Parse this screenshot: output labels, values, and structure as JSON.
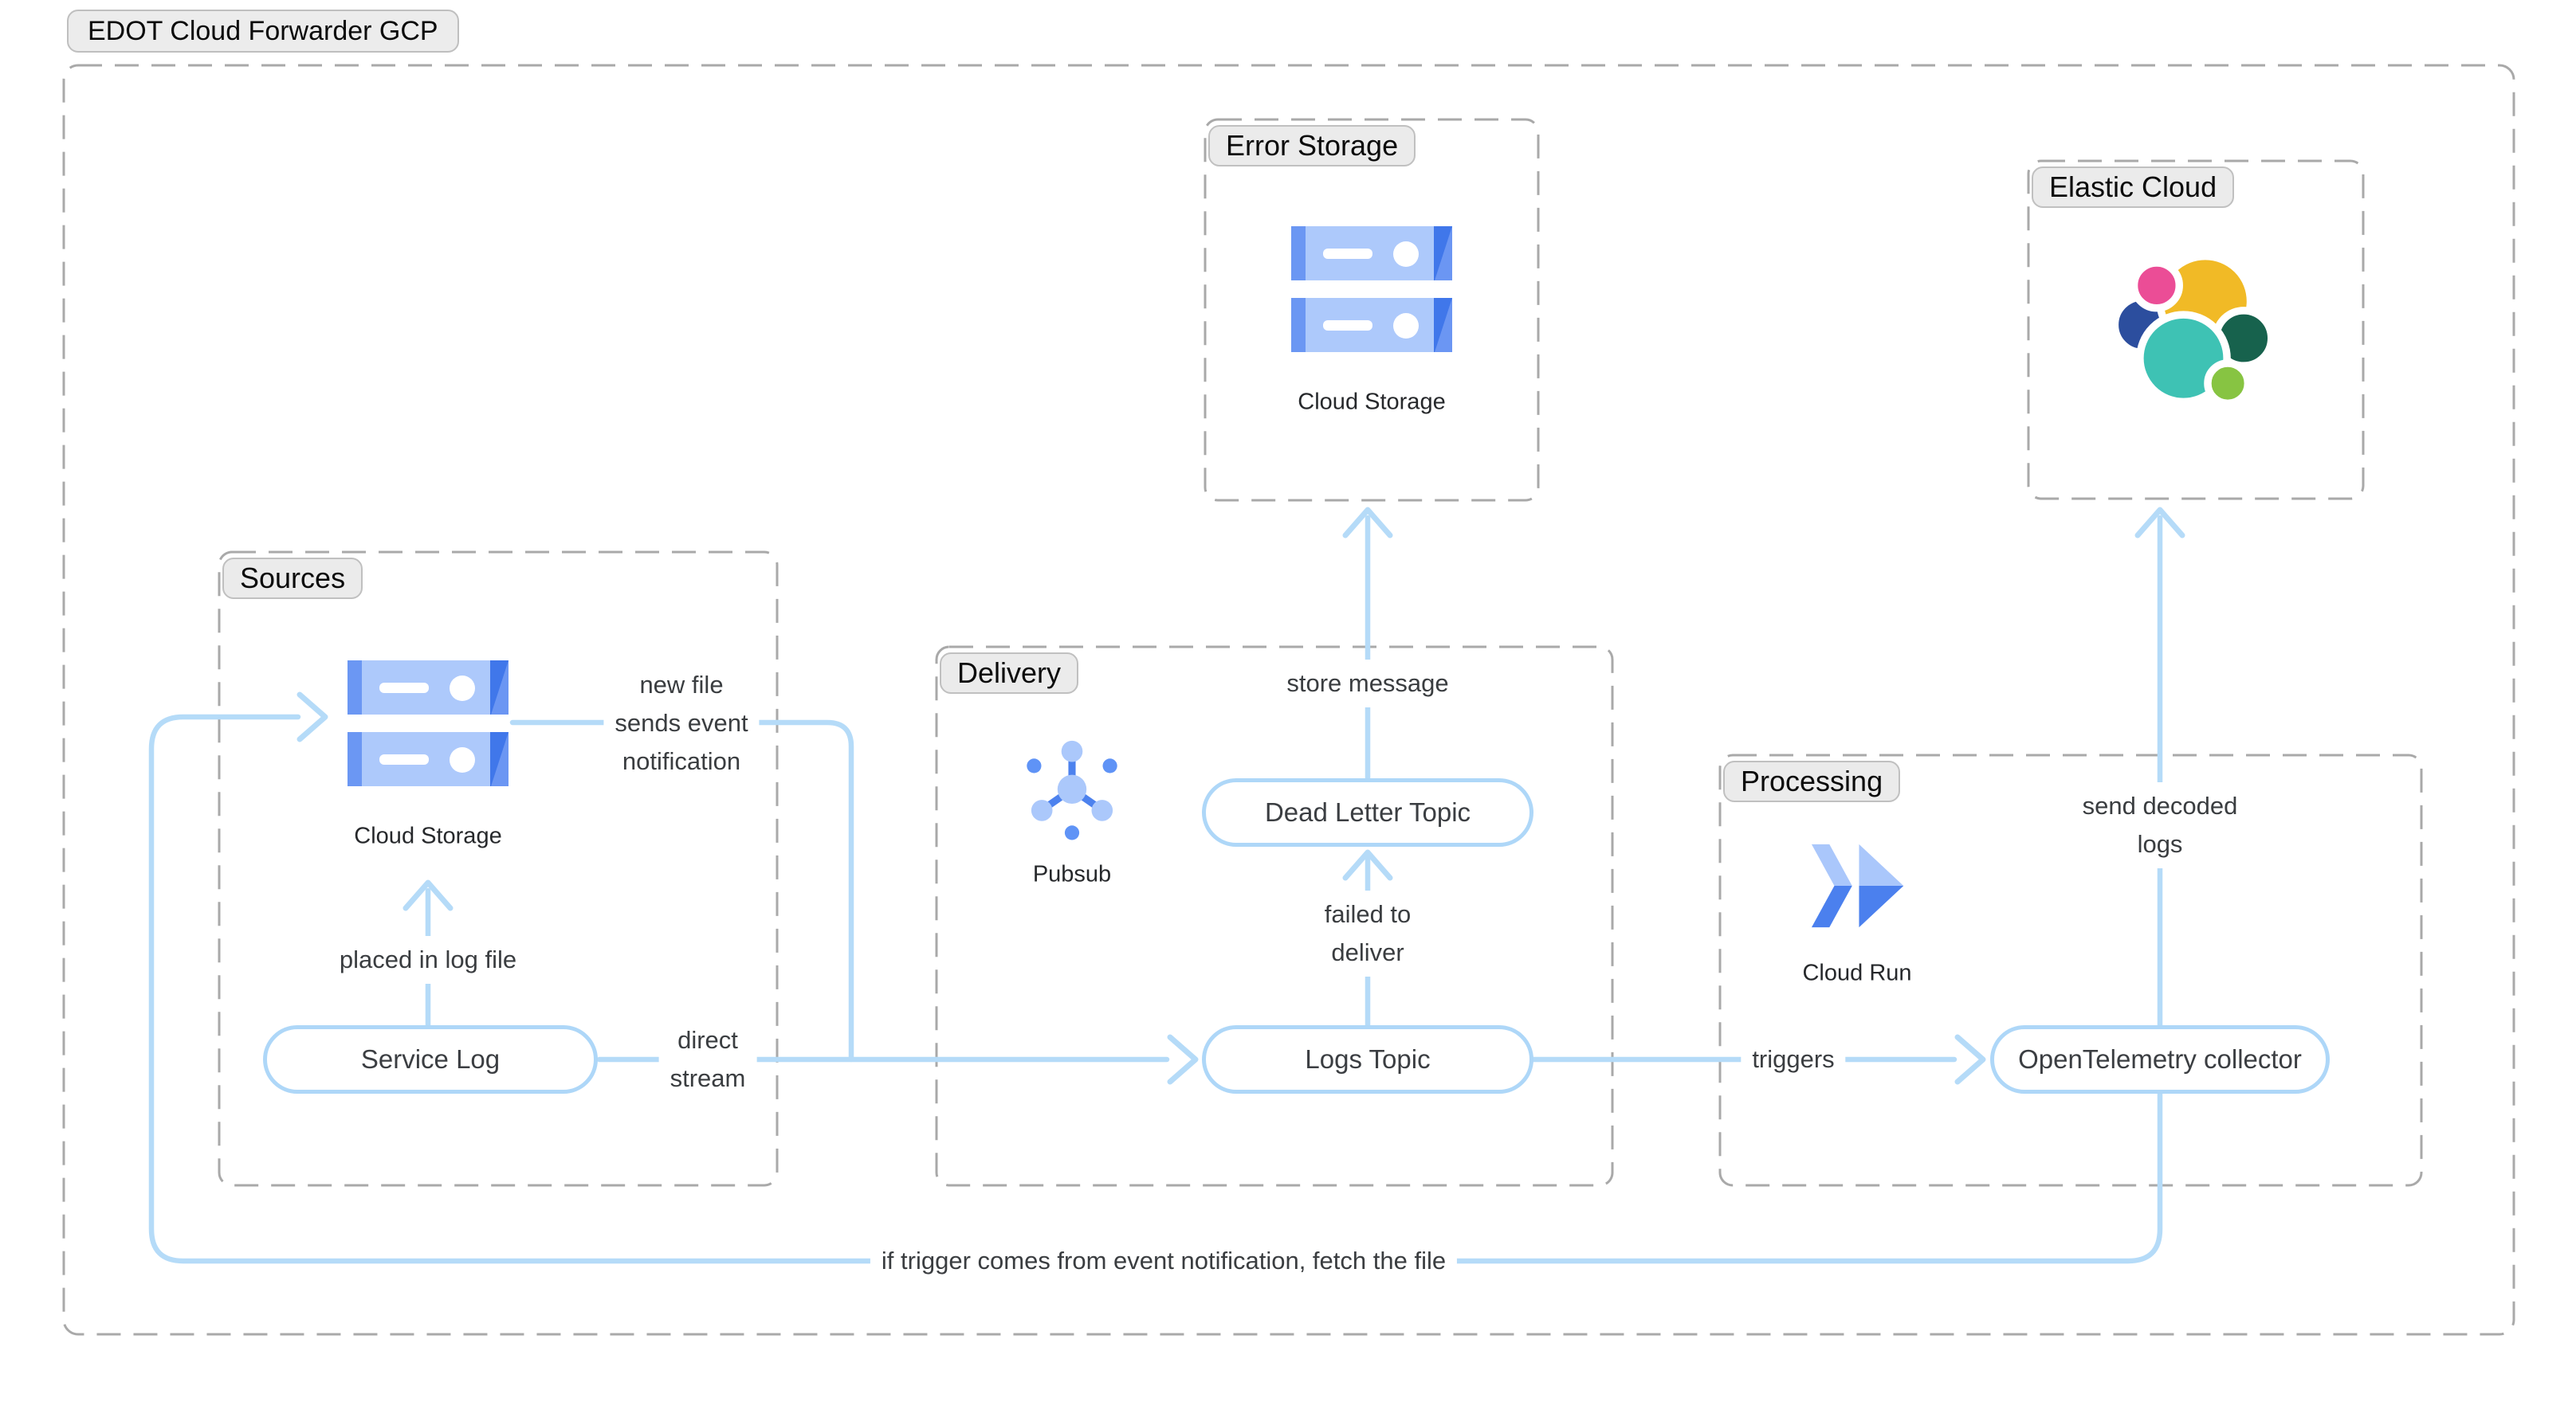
{
  "title": "EDOT Cloud Forwarder GCP",
  "groups": {
    "sources": {
      "label": "Sources"
    },
    "delivery": {
      "label": "Delivery"
    },
    "processing": {
      "label": "Processing"
    },
    "error_storage": {
      "label": "Error Storage"
    },
    "elastic_cloud": {
      "label": "Elastic Cloud"
    }
  },
  "nodes": {
    "service_log": {
      "label": "Service Log"
    },
    "logs_topic": {
      "label": "Logs Topic"
    },
    "dead_letter_topic": {
      "label": "Dead Letter Topic"
    },
    "otel_collector": {
      "label": "OpenTelemetry collector"
    }
  },
  "captions": {
    "sources_cloud_storage": "Cloud Storage",
    "error_cloud_storage": "Cloud Storage",
    "pubsub": "Pubsub",
    "cloud_run": "Cloud Run"
  },
  "edge_labels": {
    "placed_in_log_file": {
      "label": "placed in log file"
    },
    "new_file_event": {
      "lines": [
        "new file",
        "sends event",
        "notification"
      ]
    },
    "direct_stream": {
      "lines": [
        "direct",
        "stream"
      ]
    },
    "failed_to_deliver": {
      "lines": [
        "failed to",
        "deliver"
      ]
    },
    "store_message": {
      "label": "store message"
    },
    "triggers": {
      "label": "triggers"
    },
    "send_decoded_logs": {
      "lines": [
        "send decoded",
        "logs"
      ]
    },
    "fetch_file": {
      "label": "if trigger comes from event notification, fetch the file"
    }
  },
  "icons": {
    "sources_cloud_storage": "cloud-storage-icon",
    "error_cloud_storage": "cloud-storage-icon",
    "pubsub": "pubsub-icon",
    "cloud_run": "cloud-run-icon",
    "elastic": "elastic-logo-icon"
  },
  "colors": {
    "arrow_blue": "#b5dbf8",
    "node_border_blue": "#aed7f8",
    "dashed_border_gray": "#a9a9a9",
    "group_pill_bg": "#ebebeb",
    "icon_blue_light": "#adc9fb",
    "icon_blue_mid": "#6b97f3",
    "icon_blue_dark": "#4077ea",
    "elastic_yellow": "#f1ba26",
    "elastic_teal": "#3ec2b4",
    "elastic_navy": "#2c4e9e",
    "elastic_pink": "#eb4d96",
    "elastic_dark_green": "#17624d",
    "elastic_light_green": "#87c442"
  }
}
